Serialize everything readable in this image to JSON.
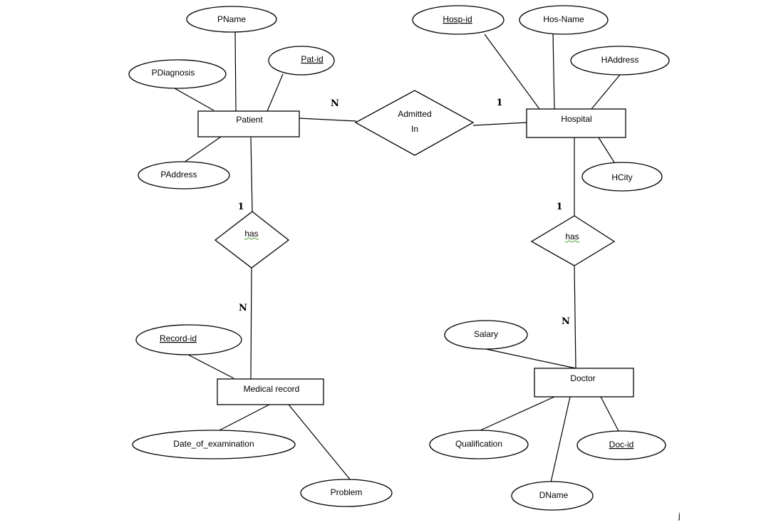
{
  "entities": {
    "patient": "Patient",
    "hospital": "Hospital",
    "medical_record": "Medical record",
    "doctor": "Doctor"
  },
  "relationships": {
    "admitted_in_line1": "Admitted",
    "admitted_in_line2": "In",
    "patient_has_record": "has",
    "hospital_has_doctor": "has"
  },
  "attributes": {
    "pname": "PName",
    "pdiagnosis": "PDiagnosis",
    "pat_id": "Pat-id",
    "paddress": "PAddress",
    "hosp_id": "Hosp-id",
    "hos_name": "Hos-Name",
    "haddress": "HAddress",
    "hcity": "HCity",
    "record_id": "Record-id",
    "date_of_examination": "Date_of_examination",
    "problem": "Problem",
    "salary": "Salary",
    "qualification": "Qualification",
    "doc_id": "Doc-id",
    "dname": "DName"
  },
  "cardinalities": {
    "patient_admitted": "N",
    "hospital_admitted": "1",
    "patient_has": "1",
    "record_has": "N",
    "hospital_has": "1",
    "doctor_has": "N"
  },
  "stray_mark": "j"
}
